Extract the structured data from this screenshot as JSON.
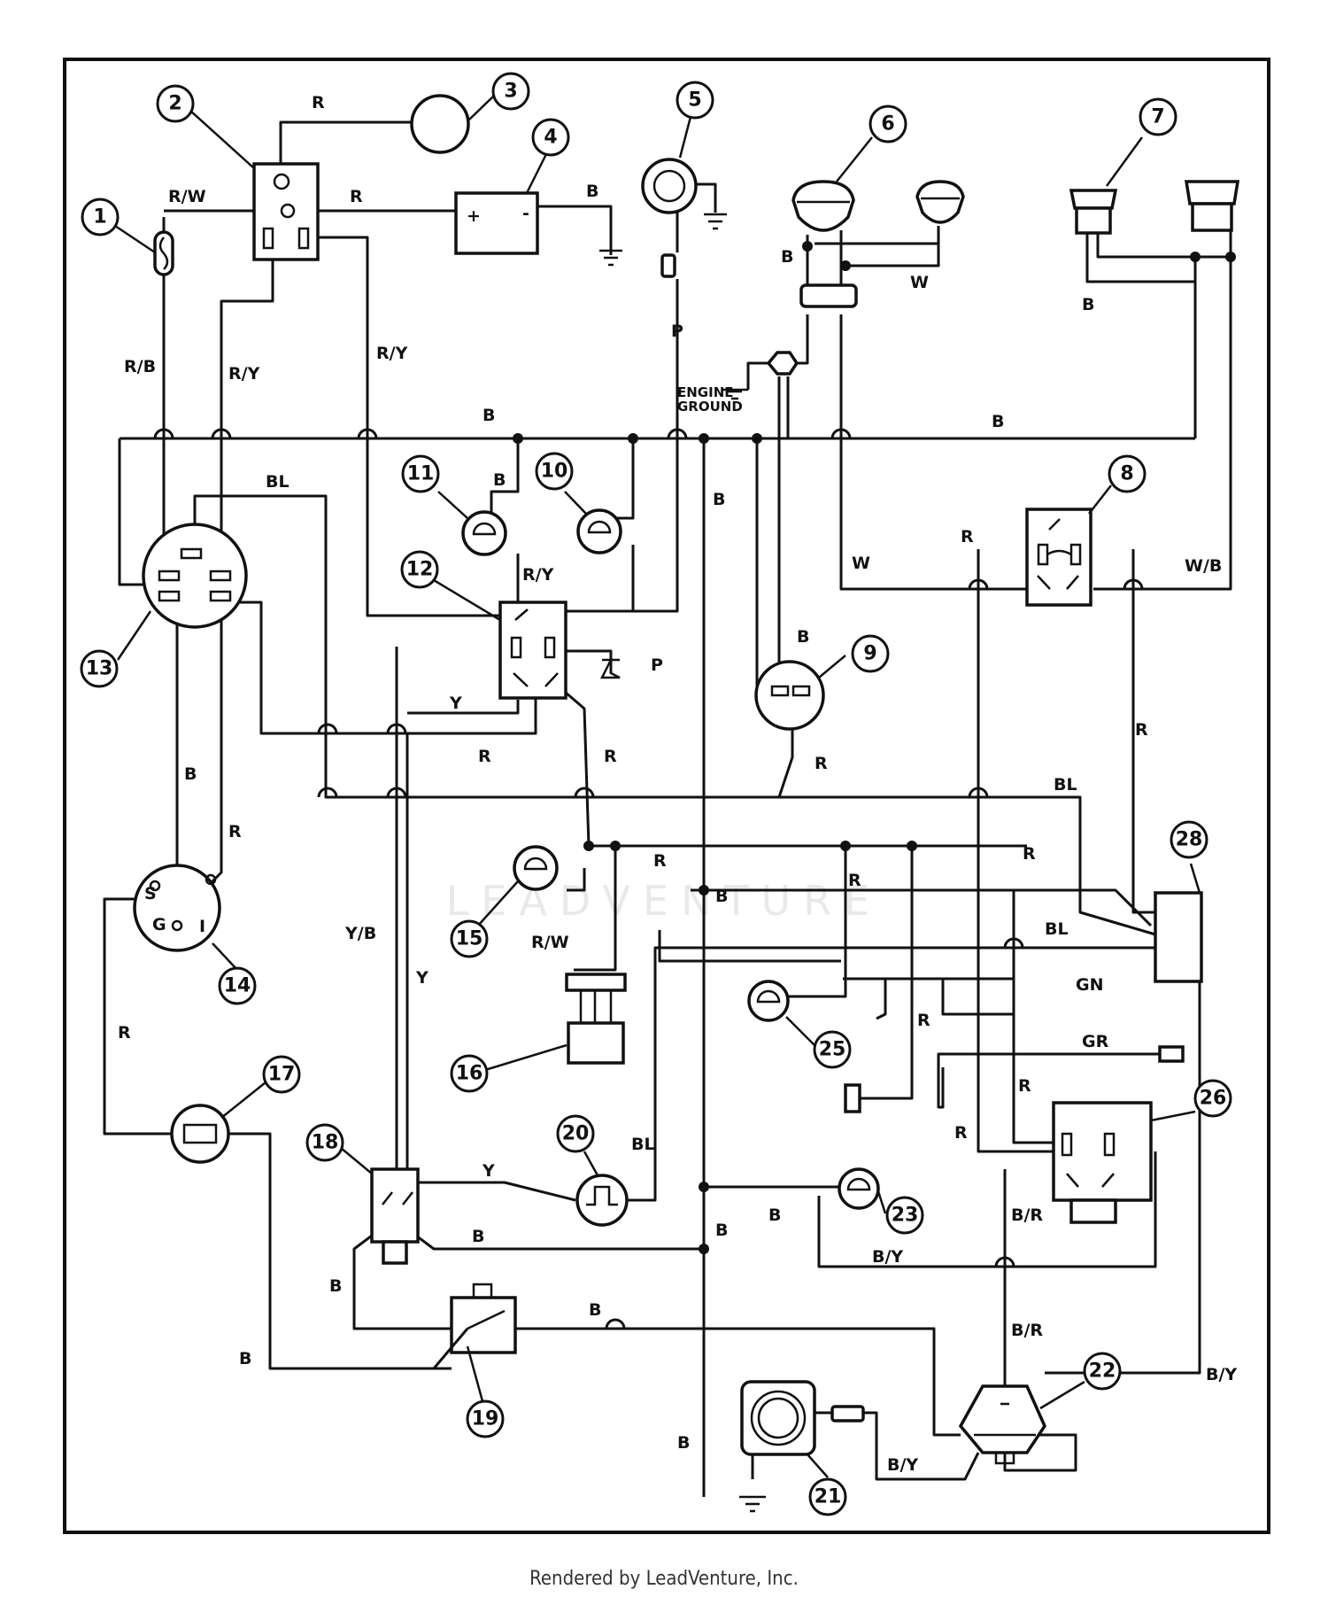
{
  "callouts": [
    "1",
    "2",
    "3",
    "4",
    "5",
    "6",
    "7",
    "8",
    "9",
    "10",
    "11",
    "12",
    "13",
    "14",
    "15",
    "16",
    "17",
    "18",
    "19",
    "20",
    "21",
    "22",
    "23",
    "25",
    "26",
    "28"
  ],
  "wire_labels": {
    "r": "R",
    "rw": "R/W",
    "rb": "R/B",
    "ry": "R/Y",
    "b": "B",
    "p": "P",
    "w": "W",
    "bl": "BL",
    "wb": "W/B",
    "y": "Y",
    "yb": "Y/B",
    "gn": "GN",
    "gr": "GR",
    "br": "B/R",
    "by": "B/Y"
  },
  "battery": {
    "plus": "+",
    "minus": "-"
  },
  "engine_ground": [
    "ENGINE",
    "GROUND"
  ],
  "switch_terminals": {
    "s": "S",
    "g": "G",
    "i": "I"
  },
  "watermark": "LEADVENTURE",
  "footer": "Rendered by LeadVenture, Inc."
}
